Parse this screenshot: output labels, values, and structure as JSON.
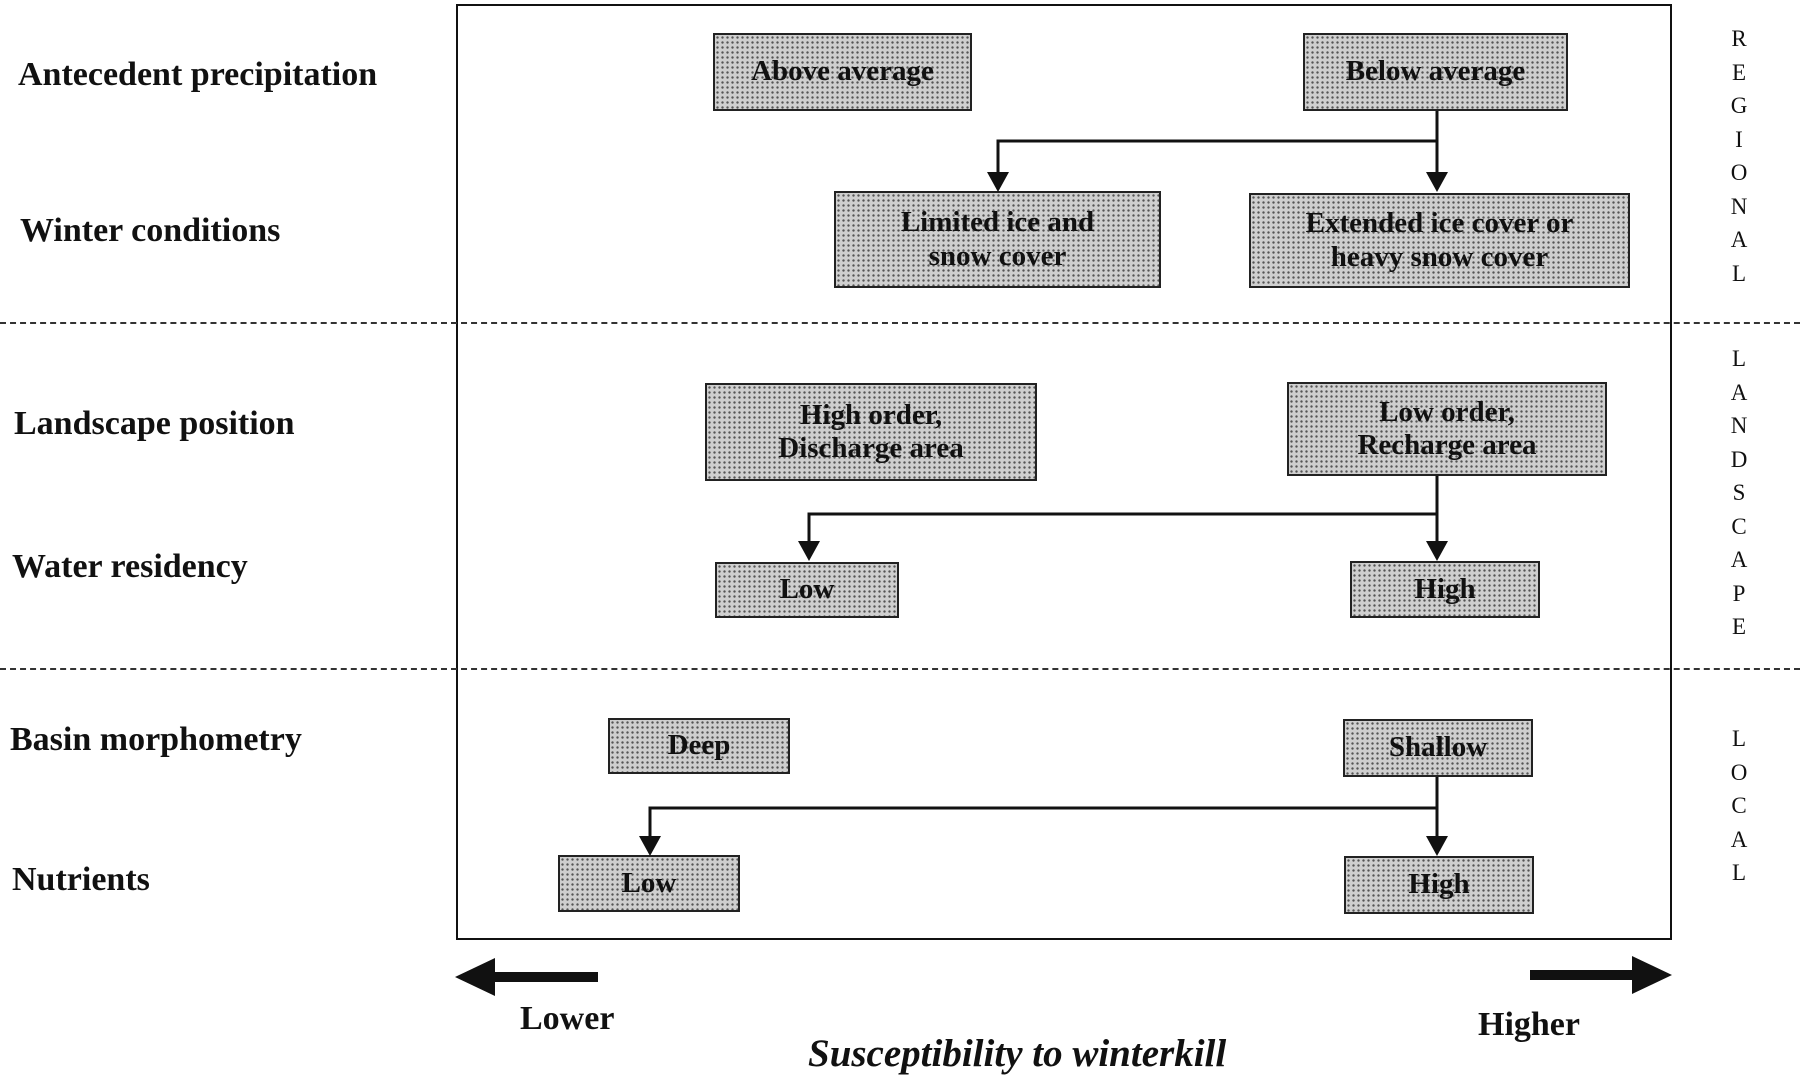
{
  "rows": {
    "antecedent_precipitation": "Antecedent precipitation",
    "winter_conditions": "Winter conditions",
    "landscape_position": "Landscape position",
    "water_residency": "Water residency",
    "basin_morphometry": "Basin morphometry",
    "nutrients": "Nutrients"
  },
  "boxes": {
    "above_average": "Above average",
    "below_average": "Below average",
    "limited_ice": "Limited ice and\nsnow cover",
    "extended_ice": "Extended ice cover or\nheavy snow cover",
    "high_order": "High order,\nDischarge area",
    "low_order": "Low order,\nRecharge area",
    "residency_low": "Low",
    "residency_high": "High",
    "deep": "Deep",
    "shallow": "Shallow",
    "nutrients_low": "Low",
    "nutrients_high": "High"
  },
  "scales": {
    "regional": [
      "R",
      "E",
      "G",
      "I",
      "O",
      "N",
      "A",
      "L"
    ],
    "landscape": [
      "L",
      "A",
      "N",
      "D",
      "S",
      "C",
      "A",
      "P",
      "E"
    ],
    "local": [
      "L",
      "O",
      "C",
      "A",
      "L"
    ]
  },
  "axis": {
    "lower": "Lower",
    "higher": "Higher",
    "title": "Susceptibility to winterkill"
  }
}
